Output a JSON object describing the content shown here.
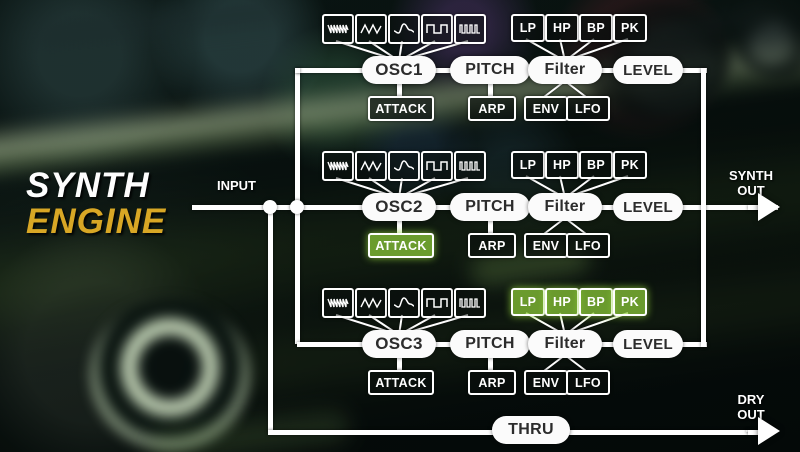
{
  "logo": {
    "line1": "SYNTH",
    "line2": "ENGINE"
  },
  "io": {
    "input_label": "INPUT",
    "synth_out_line1": "SYNTH",
    "synth_out_line2": "OUT",
    "dry_out_line1": "DRY",
    "dry_out_line2": "OUT",
    "thru_label": "THRU"
  },
  "waveforms": [
    {
      "name": "sawtooth",
      "icon": "waveform-sawtooth-icon"
    },
    {
      "name": "triangle",
      "icon": "waveform-triangle-icon"
    },
    {
      "name": "sine",
      "icon": "waveform-sine-icon"
    },
    {
      "name": "square",
      "icon": "waveform-square-icon"
    },
    {
      "name": "pulse",
      "icon": "waveform-pulse-icon"
    }
  ],
  "filter_modes": [
    "LP",
    "HP",
    "BP",
    "PK"
  ],
  "filter_mods": [
    "ENV",
    "LFO"
  ],
  "labels": {
    "pitch": "PITCH",
    "arp": "ARP",
    "filter": "Filter",
    "level": "LEVEL",
    "attack": "ATTACK"
  },
  "rows": [
    {
      "osc": "OSC1",
      "attack": "ATTACK",
      "pitch": "PITCH",
      "arp": "ARP",
      "filter": "Filter",
      "level": "LEVEL",
      "modes": [
        "LP",
        "HP",
        "BP",
        "PK"
      ],
      "mods": [
        "ENV",
        "LFO"
      ],
      "attack_active": false,
      "modes_active": [
        false,
        false,
        false,
        false
      ]
    },
    {
      "osc": "OSC2",
      "attack": "ATTACK",
      "pitch": "PITCH",
      "arp": "ARP",
      "filter": "Filter",
      "level": "LEVEL",
      "modes": [
        "LP",
        "HP",
        "BP",
        "PK"
      ],
      "mods": [
        "ENV",
        "LFO"
      ],
      "attack_active": true,
      "modes_active": [
        false,
        false,
        false,
        false
      ]
    },
    {
      "osc": "OSC3",
      "attack": "ATTACK",
      "pitch": "PITCH",
      "arp": "ARP",
      "filter": "Filter",
      "level": "LEVEL",
      "modes": [
        "LP",
        "HP",
        "BP",
        "PK"
      ],
      "mods": [
        "ENV",
        "LFO"
      ],
      "attack_active": false,
      "modes_active": [
        true,
        true,
        true,
        true
      ]
    }
  ],
  "colors": {
    "wire": "#ffffff",
    "pill_bg": "#fbfbfb",
    "pill_text": "#2c2c2c",
    "logo_gold": "#d8a725",
    "accent_green": "#8fcf3a",
    "background": "#0a1410"
  }
}
